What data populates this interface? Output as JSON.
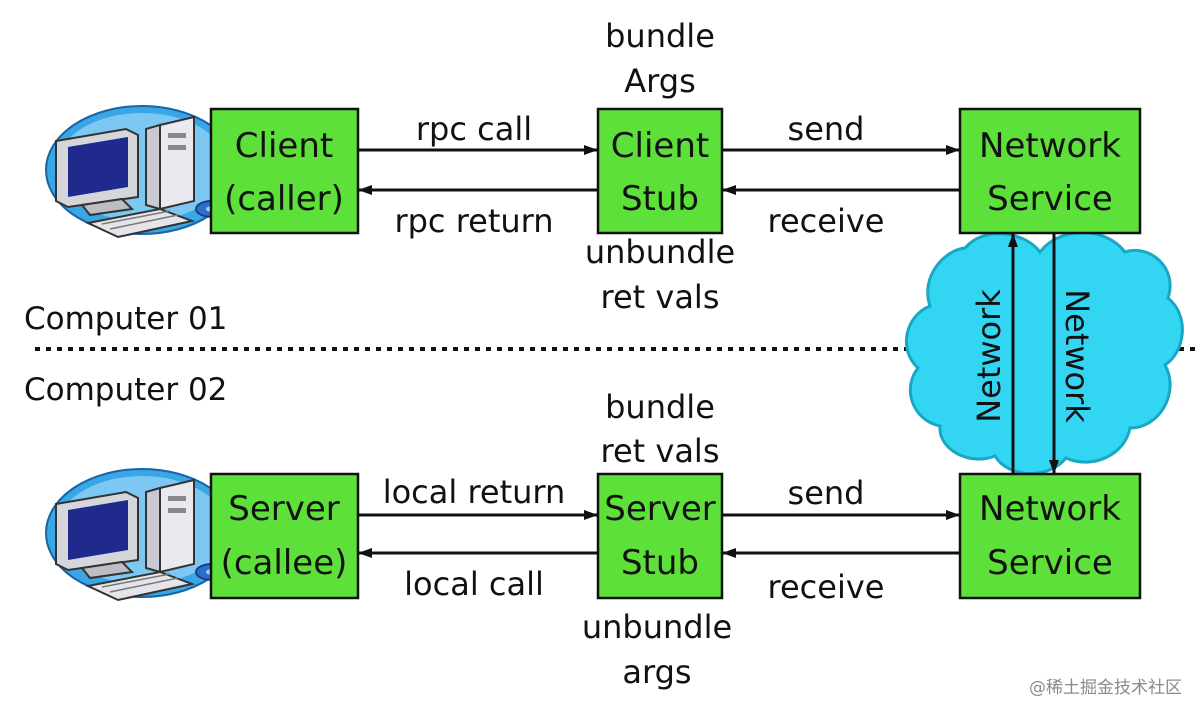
{
  "colors": {
    "box_fill": "#5ee03a",
    "box_stroke": "#111111",
    "cloud_fill": "#33d6f2",
    "line": "#111111"
  },
  "computers": {
    "top_label": "Computer 01",
    "bottom_label": "Computer 02"
  },
  "boxes": {
    "client": [
      "Client",
      "(caller)"
    ],
    "client_stub": [
      "Client",
      "Stub"
    ],
    "network_service_top": [
      "Network",
      "Service"
    ],
    "server": [
      "Server",
      "(callee)"
    ],
    "server_stub": [
      "Server",
      "Stub"
    ],
    "network_service_bottom": [
      "Network",
      "Service"
    ]
  },
  "arrows": {
    "rpc_call": "rpc call",
    "rpc_return": "rpc return",
    "send_top": "send",
    "receive_top": "receive",
    "local_return": "local return",
    "local_call": "local call",
    "send_bottom": "send",
    "receive_bottom": "receive"
  },
  "stub_notes": {
    "client_bundle": [
      "bundle",
      "Args"
    ],
    "client_unbundle": [
      "unbundle",
      "ret vals"
    ],
    "server_bundle": [
      "bundle",
      "ret vals"
    ],
    "server_unbundle": [
      "unbundle",
      "args"
    ]
  },
  "network": {
    "up_label": "Network",
    "down_label": "Network"
  },
  "icons": {
    "computer_top": "desktop-computer-icon",
    "computer_bottom": "desktop-computer-icon"
  },
  "watermark": "@稀土掘金技术社区"
}
